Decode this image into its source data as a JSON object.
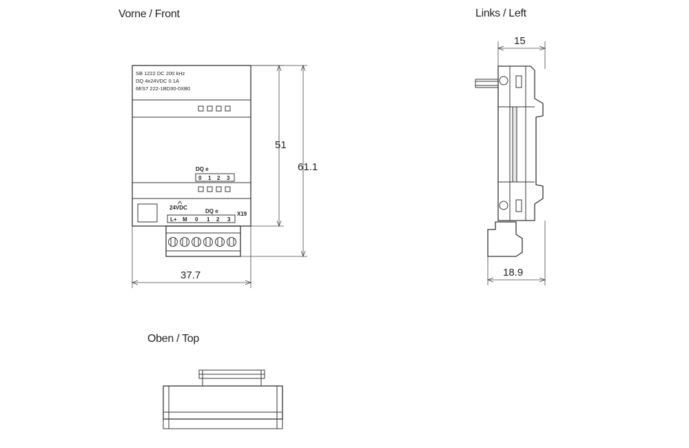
{
  "views": {
    "front": "Vorne / Front",
    "left": "Links / Left",
    "top": "Oben / Top"
  },
  "label_lines": [
    "SB 1222 DC 200 kHz",
    "DQ 4x24VDC 0.1A",
    "6ES7 222-1BD30-0XB0"
  ],
  "terminal_top": {
    "group": "DQ e",
    "pins": [
      "0",
      "1",
      "2",
      "3"
    ]
  },
  "terminal_bottom": {
    "supply": "24VDC",
    "group": "DQ e",
    "pins": [
      "L+",
      "M",
      "0",
      "1",
      "2",
      "3"
    ],
    "connector": "X19"
  },
  "dimensions": {
    "height_inner": "51",
    "height_total": "61.1",
    "width_front": "37.7",
    "depth_top": "15",
    "depth_bottom": "18.9"
  }
}
